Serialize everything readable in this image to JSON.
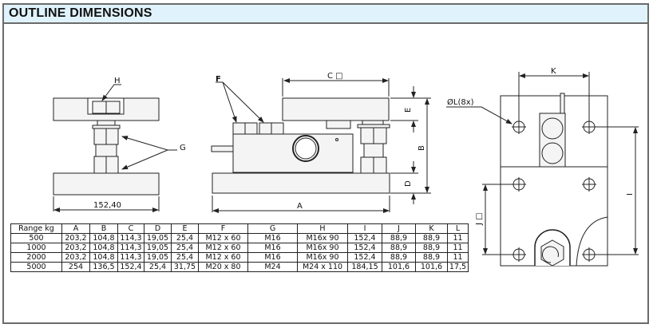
{
  "header": {
    "title": "OUTLINE DIMENSIONS"
  },
  "colors": {
    "header_bg": "#e0f3fd",
    "border": "#6b6b6b",
    "line": "#222222"
  },
  "drawings": {
    "side_view": {
      "labels": {
        "h": "H",
        "g": "G",
        "width": "152,40"
      }
    },
    "front_view": {
      "labels": {
        "f": "F",
        "c": "C □",
        "e": "E",
        "b": "B",
        "d": "D",
        "a": "A"
      }
    },
    "top_view": {
      "labels": {
        "k": "K",
        "l": "ØL(8x)",
        "i": "I",
        "j": "J □"
      }
    }
  },
  "table": {
    "headers": [
      "Range kg",
      "A",
      "B",
      "C",
      "D",
      "E",
      "F",
      "G",
      "H",
      "I",
      "J",
      "K",
      "L"
    ],
    "rows": [
      [
        "500",
        "203,2",
        "104,8",
        "114,3",
        "19,05",
        "25,4",
        "M12 x 60",
        "M16",
        "M16x 90",
        "152,4",
        "88,9",
        "88,9",
        "11"
      ],
      [
        "1000",
        "203,2",
        "104,8",
        "114,3",
        "19,05",
        "25,4",
        "M12 x 60",
        "M16",
        "M16x 90",
        "152,4",
        "88,9",
        "88,9",
        "11"
      ],
      [
        "2000",
        "203,2",
        "104,8",
        "114,3",
        "19,05",
        "25,4",
        "M12 x 60",
        "M16",
        "M16x 90",
        "152,4",
        "88,9",
        "88,9",
        "11"
      ],
      [
        "5000",
        "254",
        "136,5",
        "152,4",
        "25,4",
        "31,75",
        "M20 x 80",
        "M24",
        "M24 x 110",
        "184,15",
        "101,6",
        "101,6",
        "17,5"
      ]
    ]
  }
}
